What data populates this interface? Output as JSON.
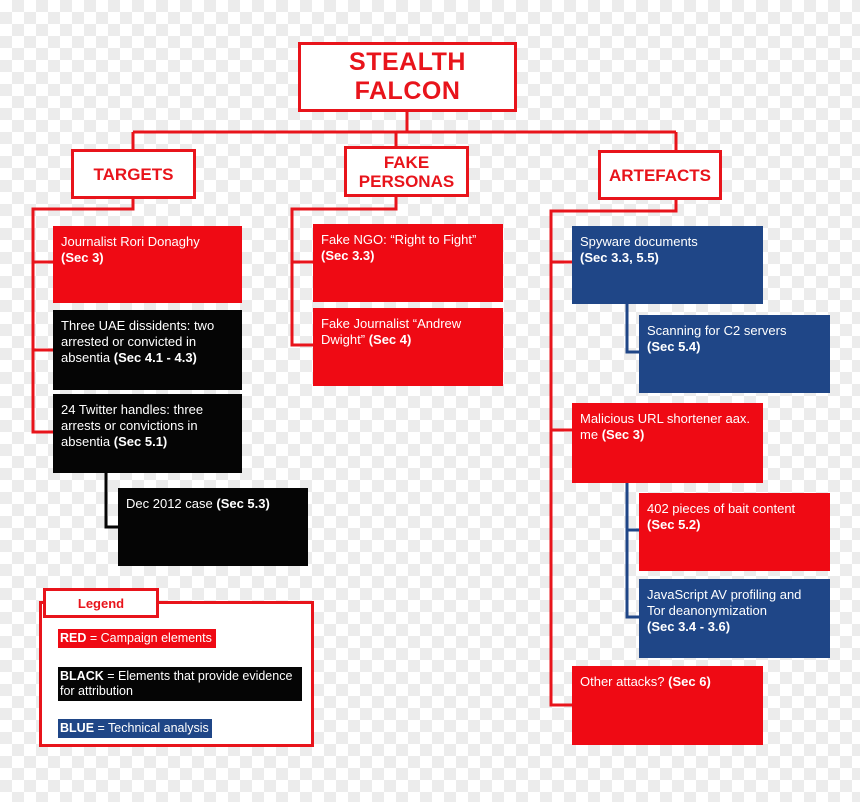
{
  "title": "STEALTH FALCON",
  "colors": {
    "red": "#ef0a14",
    "black": "#050505",
    "blue": "#1f4687",
    "border": "#e8141b"
  },
  "categories": {
    "targets": "TARGETS",
    "fake_personas": [
      "FAKE",
      "PERSONAS"
    ],
    "artefacts": "ARTEFACTS"
  },
  "targets": [
    {
      "text": "Journalist Rori Donaghy",
      "ref": "(Sec 3)"
    },
    {
      "text": "Three UAE dissidents: two arrested or convicted in absentia",
      "ref": "(Sec 4.1 - 4.3)"
    },
    {
      "text": "24 Twitter handles: three arrests or convictions in absentia",
      "ref": "(Sec 5.1)"
    },
    {
      "text": "Dec 2012 case",
      "ref": "(Sec 5.3)"
    }
  ],
  "personas": [
    {
      "text": "Fake NGO: “Right to Fight”",
      "ref": "(Sec 3.3)"
    },
    {
      "text": "Fake Journalist “Andrew Dwight”",
      "ref": "(Sec 4)"
    }
  ],
  "artefacts": [
    {
      "text": "Spyware documents",
      "ref": "(Sec 3.3, 5.5)"
    },
    {
      "text": "Scanning for C2  servers",
      "ref": "(Sec 5.4)"
    },
    {
      "text": "Malicious URL shortener aax. me",
      "ref": "(Sec 3)"
    },
    {
      "text": "402 pieces of bait content",
      "ref": "(Sec 5.2)"
    },
    {
      "text": "JavaScript AV profiling and Tor deanonymization",
      "ref": "(Sec 3.4 -  3.6)"
    },
    {
      "text": "Other attacks?",
      "ref": "(Sec 6)"
    }
  ],
  "legend": {
    "title": "Legend",
    "items": [
      {
        "key": "RED",
        "desc": " = Campaign elements"
      },
      {
        "key": "BLACK",
        "desc": " = Elements that provide evidence for attribution"
      },
      {
        "key": "BLUE",
        "desc": " = Technical analysis"
      }
    ]
  }
}
